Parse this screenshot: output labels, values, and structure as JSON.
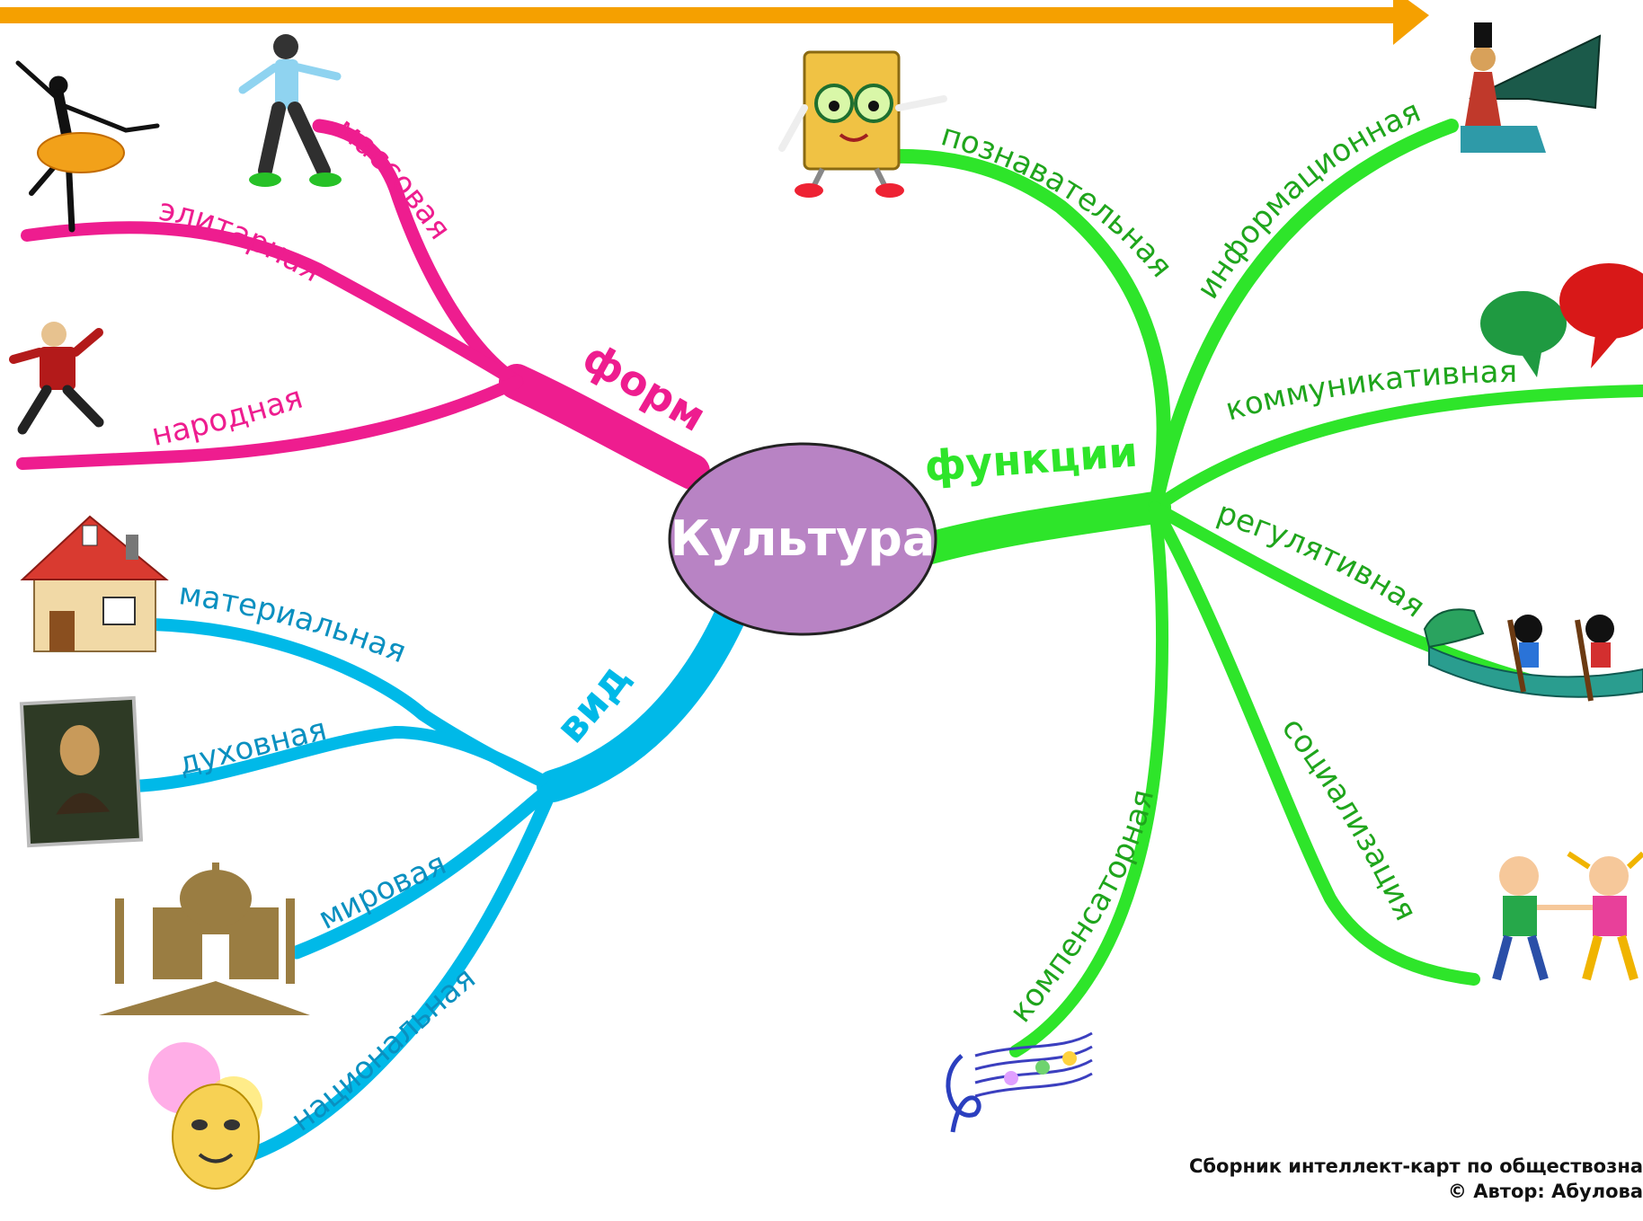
{
  "center": {
    "label": "Культура"
  },
  "colors": {
    "forms": "#ee1d8f",
    "kinds": "#00b9e8",
    "functions": "#2ee52a",
    "center_fill": "#b883c4",
    "arrow": "#f5a000"
  },
  "branches": {
    "forms": {
      "label": "формы",
      "sub": [
        "массовая",
        "элитарная",
        "народная"
      ]
    },
    "kinds": {
      "label": "виды",
      "sub": [
        "материальная",
        "духовная",
        "мировая",
        "национальная"
      ]
    },
    "functions": {
      "label": "функции",
      "sub": [
        "познавательная",
        "информационная",
        "коммуникативная",
        "регулятивная",
        "социализация",
        "компенсаторная"
      ]
    }
  },
  "icons": [
    "hiphop-dancer-icon",
    "ballerina-icon",
    "folk-dancer-icon",
    "house-icon",
    "mona-lisa-icon",
    "taj-mahal-icon",
    "carnival-mask-icon",
    "book-character-icon",
    "egyptian-goddess-icon",
    "speech-bubbles-icon",
    "dragon-boat-icon",
    "children-icon",
    "music-notes-icon"
  ],
  "credit": {
    "line1": "Сборник интеллект-карт по обществозна",
    "line2": "© Автор: Абулова"
  }
}
